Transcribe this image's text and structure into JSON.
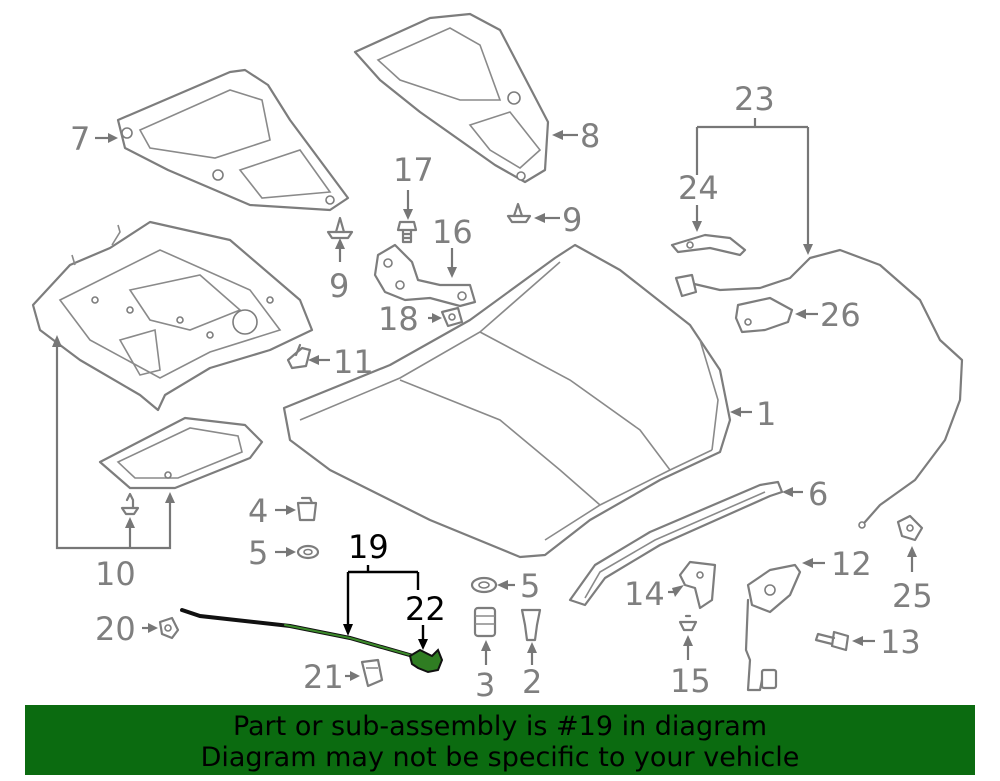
{
  "callouts": {
    "c1": "1",
    "c2": "2",
    "c3": "3",
    "c4": "4",
    "c5a": "5",
    "c5b": "5",
    "c6": "6",
    "c7": "7",
    "c8": "8",
    "c9a": "9",
    "c9b": "9",
    "c10": "10",
    "c11": "11",
    "c12": "12",
    "c13": "13",
    "c14": "14",
    "c15": "15",
    "c16": "16",
    "c17": "17",
    "c18": "18",
    "c19": "19",
    "c20": "20",
    "c21": "21",
    "c22": "22",
    "c23": "23",
    "c24": "24",
    "c25": "25",
    "c26": "26"
  },
  "highlight": {
    "part": "19",
    "sub_part": "22",
    "color": "#0b6b10"
  },
  "banner": {
    "line1": "Part or sub-assembly is #19 in diagram",
    "line2": "Diagram may not be specific to your vehicle"
  }
}
